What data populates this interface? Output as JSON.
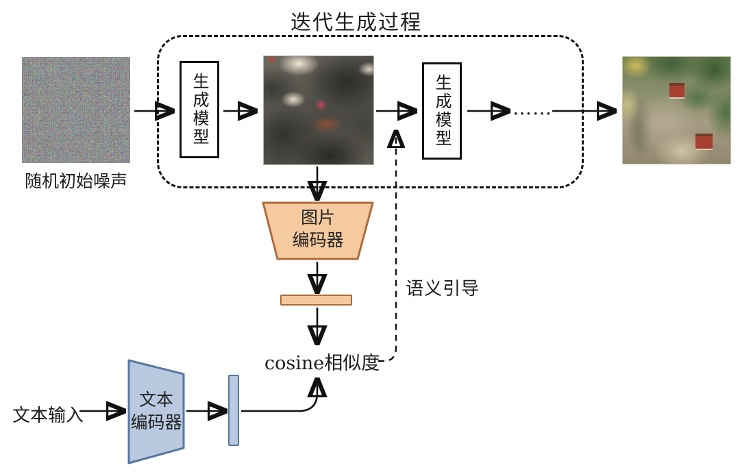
{
  "diagram": {
    "title": "迭代生成过程",
    "labels": {
      "initial_noise": "随机初始噪声",
      "generation_model_1": "生成模型",
      "generation_model_2": "生成模型",
      "ellipsis": "……",
      "image_encoder": {
        "line1": "图片",
        "line2": "编码器"
      },
      "cosine_similarity": "cosine相似度",
      "semantic_guidance": "语义引导",
      "text_input": "文本输入",
      "text_encoder": {
        "line1": "文本",
        "line2": "编码器"
      }
    },
    "colors": {
      "image_encoder_fill": "#f5ca9e",
      "image_encoder_border": "#ad6b38",
      "text_encoder_fill": "#b9c9e0",
      "text_encoder_border": "#56779f"
    }
  }
}
